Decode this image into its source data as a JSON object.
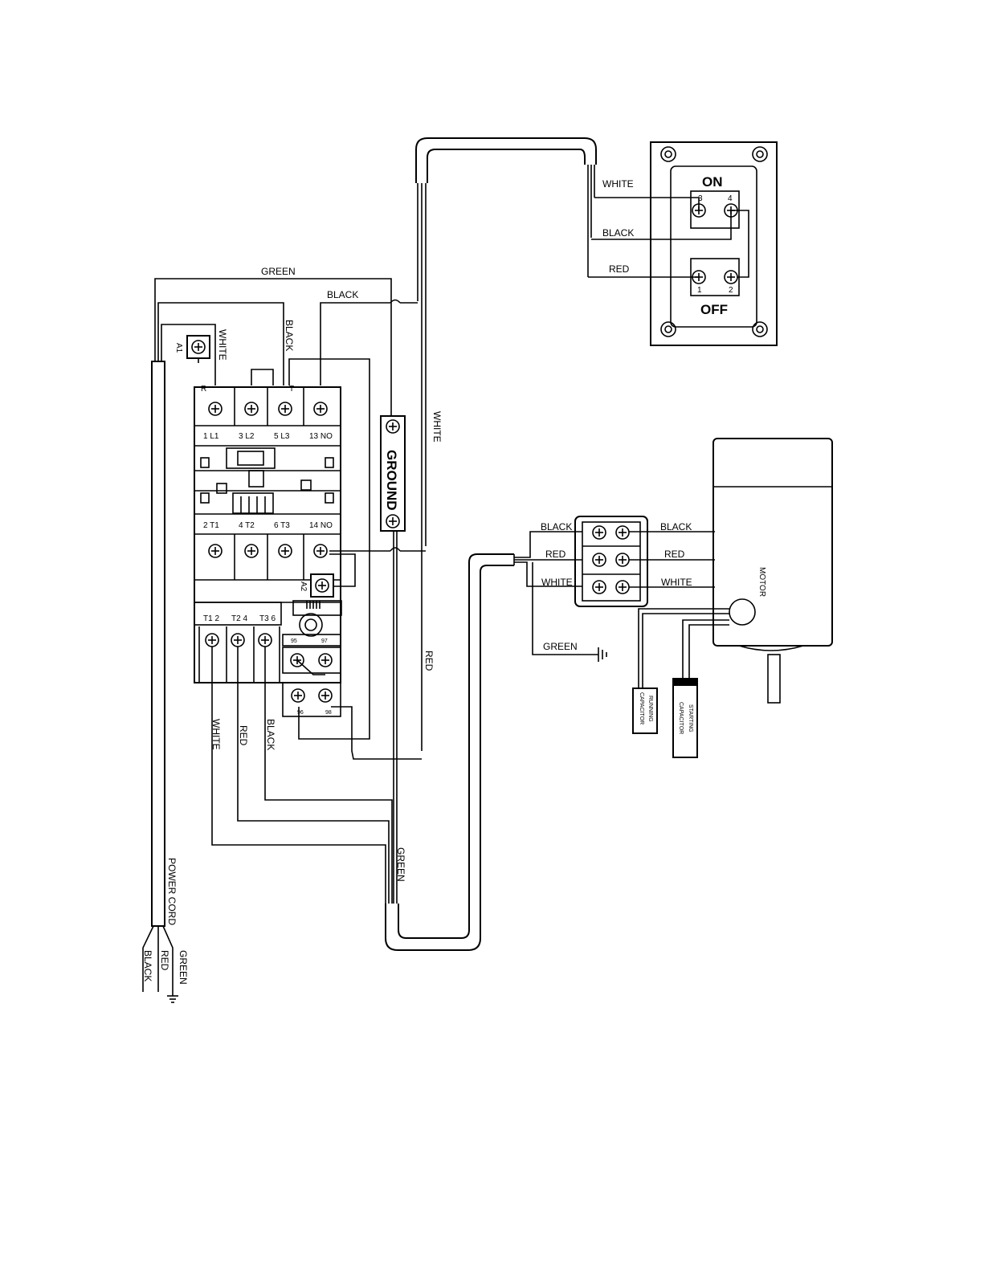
{
  "labels": {
    "green": "GREEN",
    "black": "BLACK",
    "white": "WHITE",
    "red": "RED",
    "ground": "GROUND",
    "motor": "MOTOR",
    "power_cord": "POWER CORD",
    "running_capacitor_1": "RUNNING",
    "running_capacitor_2": "CAPACITOR",
    "starting_capacitor_1": "STARTING",
    "starting_capacitor_2": "CAPACITOR"
  },
  "switch": {
    "on": "ON",
    "off": "OFF",
    "t1": "1",
    "t2": "2",
    "t3": "3",
    "t4": "4"
  },
  "contactor": {
    "a1": "A1",
    "a2": "A2",
    "r": "R",
    "t": "T",
    "top": [
      "1 L1",
      "3 L2",
      "5 L3",
      "13 NO"
    ],
    "bottom": [
      "2 T1",
      "4 T2",
      "6 T3",
      "14 NO"
    ]
  },
  "overload": {
    "terminals": [
      "T1 2",
      "T2 4",
      "T3 6"
    ],
    "aux": [
      "95",
      "97",
      "96",
      "98"
    ]
  }
}
